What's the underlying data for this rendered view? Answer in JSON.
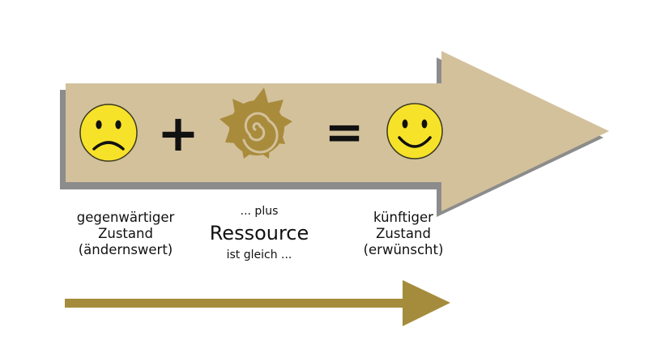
{
  "colors": {
    "arrow_fill": "#d3c19b",
    "arrow_shadow": "#8c8c8c",
    "resource_symbol": "#a98b3c",
    "bottom_arrow": "#a58c3c",
    "smiley_fill": "#f7e22a",
    "smiley_outline": "#3a3a20",
    "operator": "#111111"
  },
  "icons": {
    "sad_face": "sad-face-icon",
    "resource": "spiral-sun-icon",
    "happy_face": "happy-face-icon"
  },
  "operators": {
    "plus": "+",
    "equals": "="
  },
  "labels": {
    "current": {
      "line1": "gegenwärtiger",
      "line2": "Zustand",
      "line3": "(ändernswert)"
    },
    "resource": {
      "pre": "... plus",
      "main": "Ressource",
      "post": "ist gleich ..."
    },
    "future": {
      "line1": "künftiger",
      "line2": "Zustand",
      "line3": "(erwünscht)"
    }
  }
}
